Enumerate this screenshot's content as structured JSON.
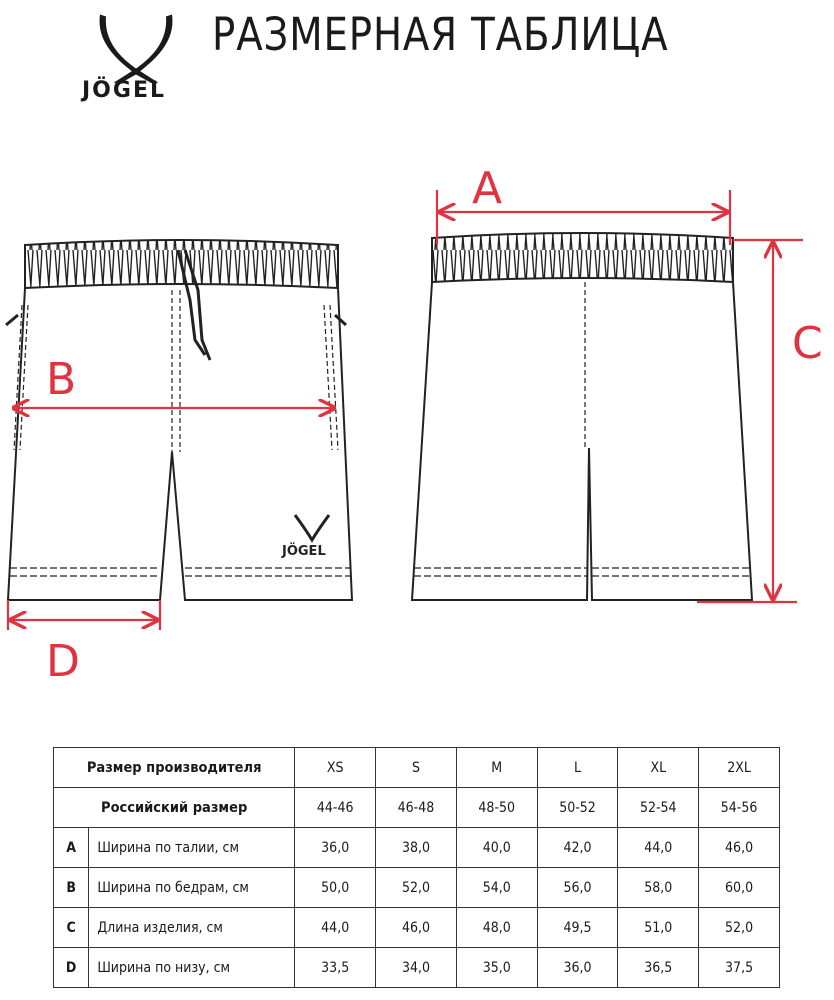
{
  "header": {
    "title": "РАЗМЕРНАЯ ТАБЛИЦА",
    "brand": "JÖGEL"
  },
  "diagram": {
    "dimension_labels": {
      "A": "A",
      "B": "B",
      "C": "C",
      "D": "D"
    },
    "accent_color": "#e0323f",
    "garment_logo": "JÖGEL"
  },
  "table": {
    "manufacturer_size_label": "Размер производителя",
    "sizes": [
      "XS",
      "S",
      "M",
      "L",
      "XL",
      "2XL"
    ],
    "russian_size_label": "Российский размер",
    "russian_sizes": [
      "44-46",
      "46-48",
      "48-50",
      "50-52",
      "52-54",
      "54-56"
    ],
    "rows": [
      {
        "letter": "A",
        "label": "Ширина по талии, см",
        "values": [
          "36,0",
          "38,0",
          "40,0",
          "42,0",
          "44,0",
          "46,0"
        ]
      },
      {
        "letter": "B",
        "label": "Ширина по бедрам, см",
        "values": [
          "50,0",
          "52,0",
          "54,0",
          "56,0",
          "58,0",
          "60,0"
        ]
      },
      {
        "letter": "C",
        "label": "Длина изделия, см",
        "values": [
          "44,0",
          "46,0",
          "48,0",
          "49,5",
          "51,0",
          "52,0"
        ]
      },
      {
        "letter": "D",
        "label": "Ширина по низу, см",
        "values": [
          "33,5",
          "34,0",
          "35,0",
          "36,0",
          "36,5",
          "37,5"
        ]
      }
    ]
  }
}
